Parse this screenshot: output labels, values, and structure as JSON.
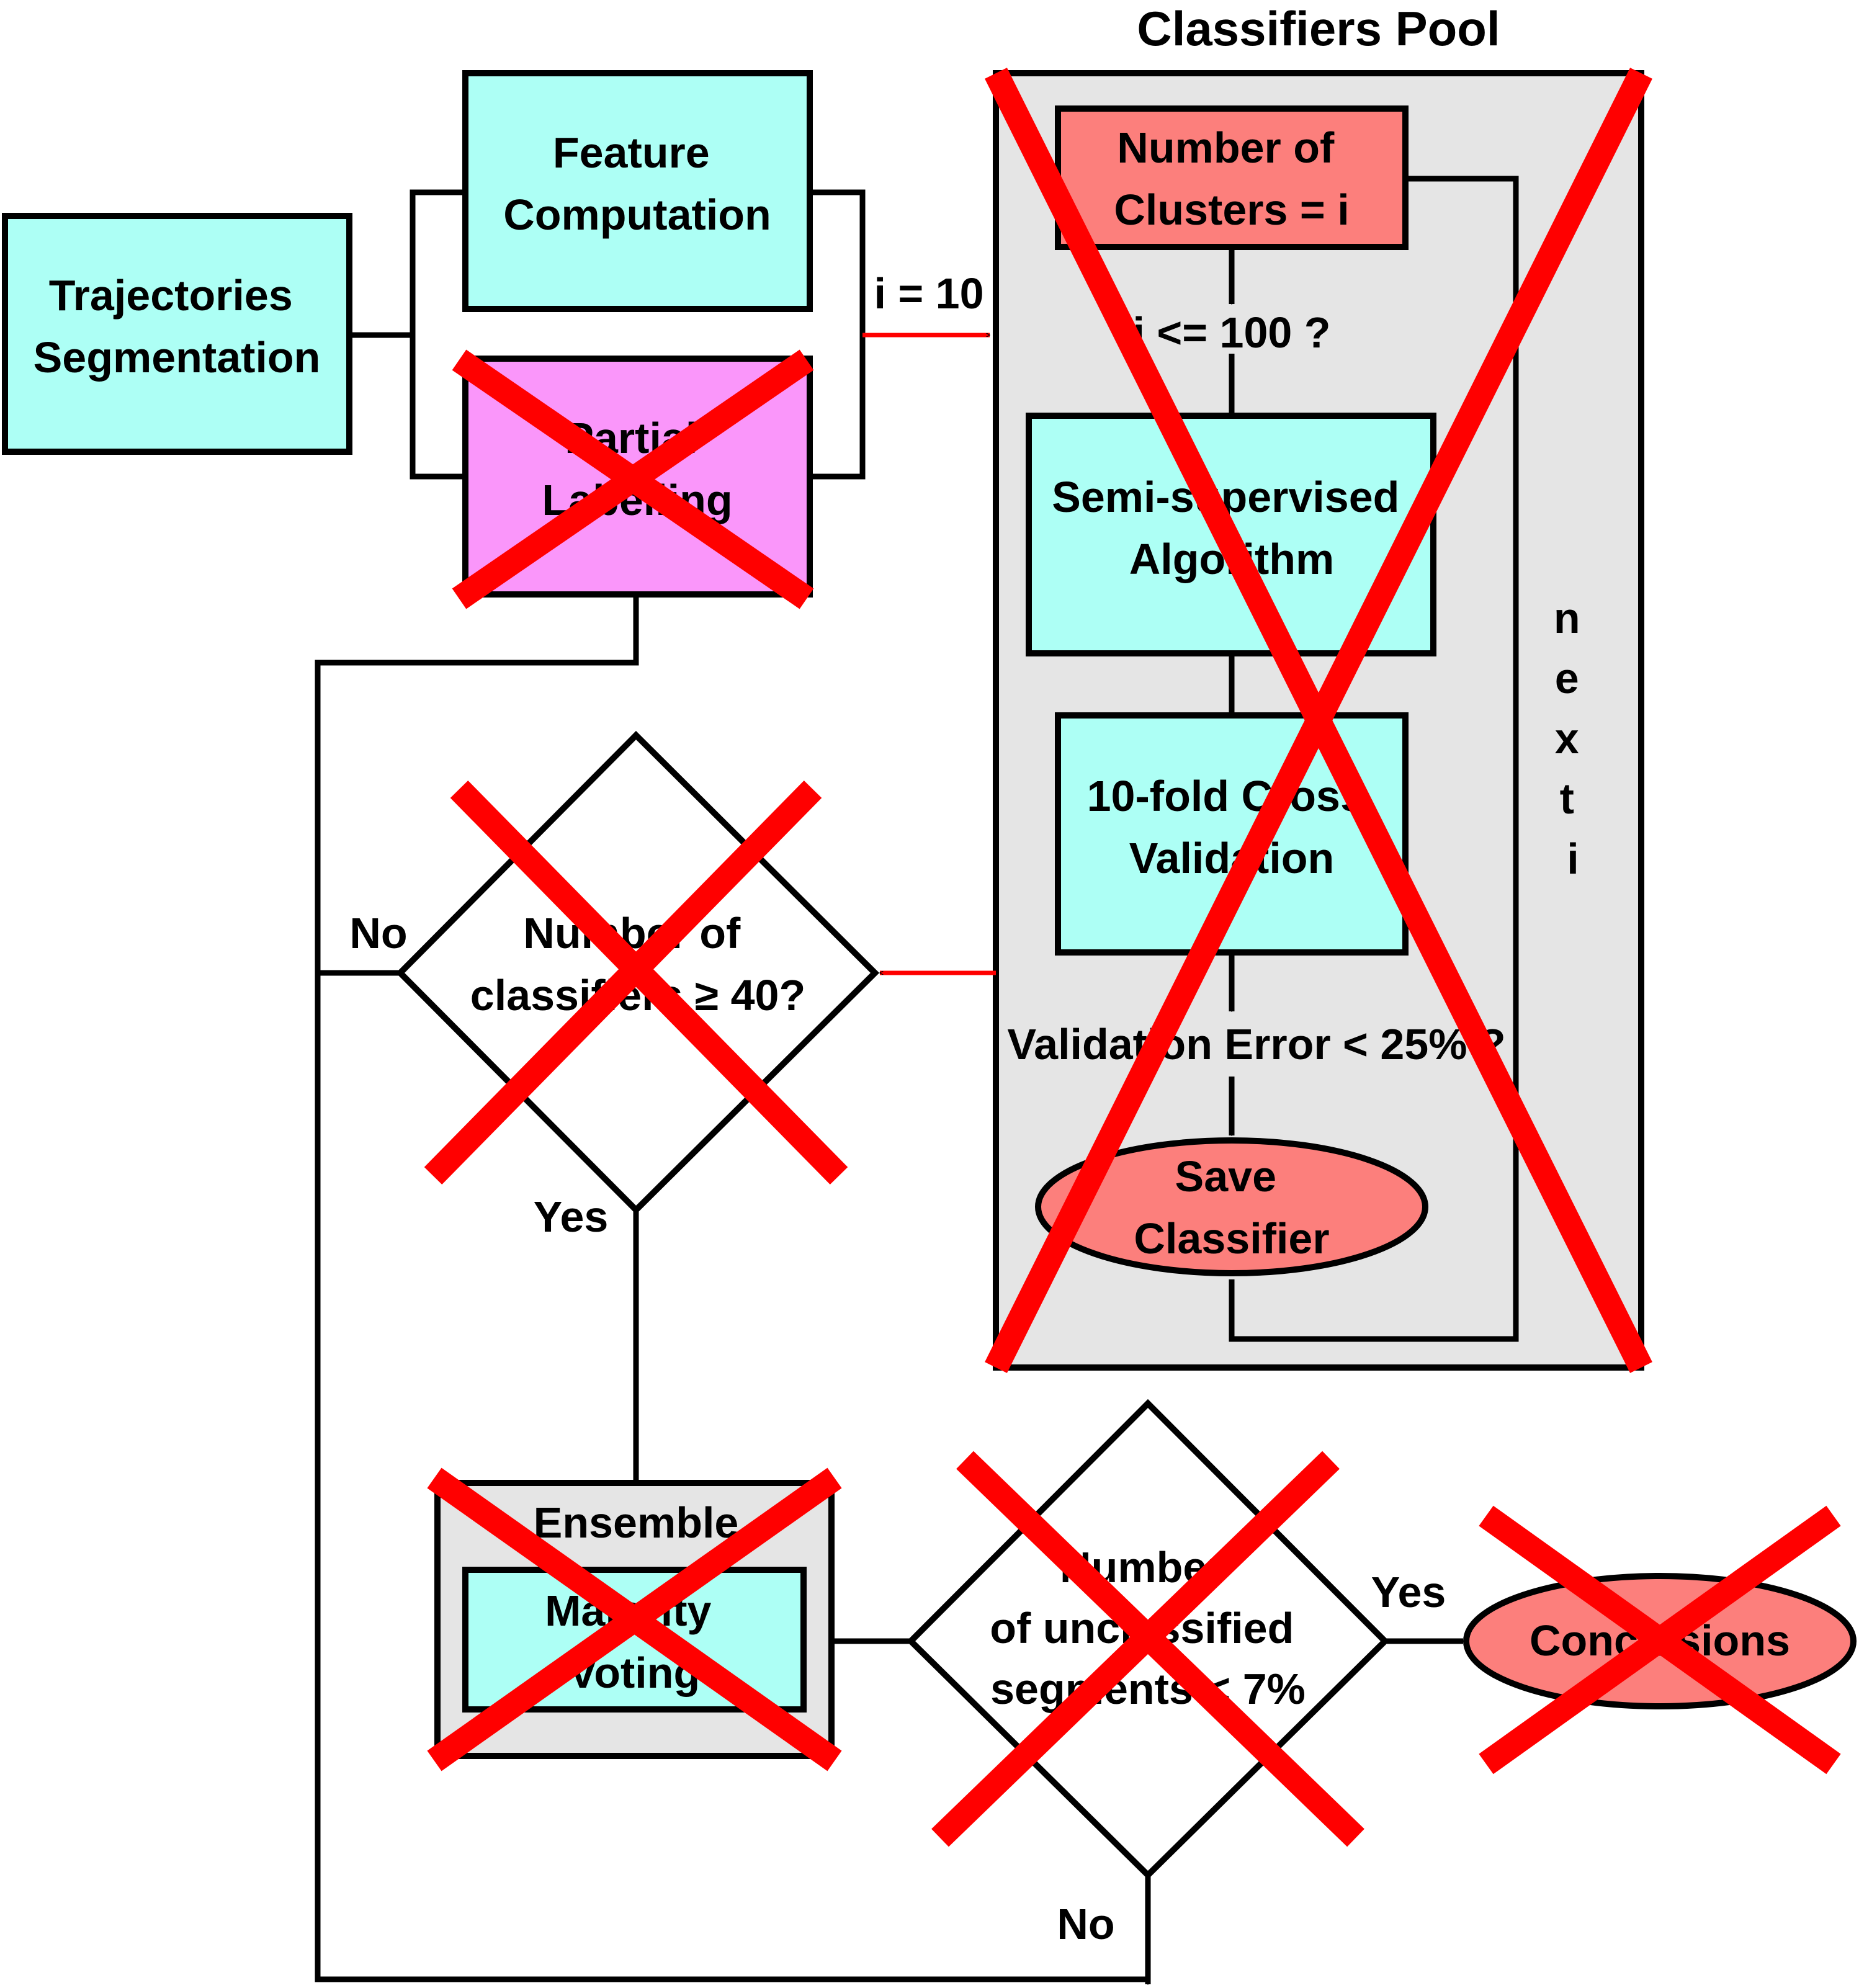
{
  "colors": {
    "cyan": "#adfff5",
    "magenta": "#fa96fa",
    "salmon": "#fc7f7c",
    "pool_gray": "#e5e5e5",
    "cross_red": "#ff0000",
    "stroke": "#000000"
  },
  "boxes": {
    "trajectories": [
      "Trajectories",
      "Segmentation"
    ],
    "feature": [
      "Feature",
      "Computation"
    ],
    "partial": [
      "Partial",
      "Labelling"
    ],
    "clusters": [
      "Number of",
      "Clusters = i"
    ],
    "semi": [
      "Semi-supervised",
      "Algorithm"
    ],
    "crossval": [
      "10-fold Cross",
      "Validation"
    ],
    "save": [
      "Save",
      "Classifier"
    ],
    "ensemble": "Ensemble",
    "majority": [
      "Majority",
      "Voting"
    ],
    "conclusions": "Conclusions"
  },
  "decisions": {
    "num_classifiers": [
      "Number of",
      "classifiers ≥ 40?"
    ],
    "unclassified": [
      "Number",
      "of unclassified",
      "segments < 7%"
    ]
  },
  "labels": {
    "pool_title": "Classifiers Pool",
    "i_init": "i = 10",
    "i_check": "i <= 100 ?",
    "validation_check": "Validation Error < 25% ?",
    "next_i": [
      "n",
      "e",
      "x",
      "t",
      "i"
    ],
    "no_left": "No",
    "yes_down": "Yes",
    "yes_right": "Yes",
    "no_bottom": "No"
  }
}
